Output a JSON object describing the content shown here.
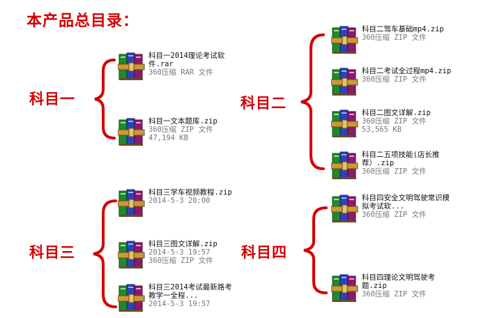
{
  "title": "本产品总目录：",
  "colors": {
    "accent": "#d40000"
  },
  "icon": "winrar-archive-icon",
  "groups": [
    {
      "label": "科目一",
      "files": [
        {
          "name": "科目一2014理论考试软件.rar",
          "type": "360压缩 RAR 文件",
          "size": ""
        },
        {
          "name": "科目一文本题库.zip",
          "type": "360压缩 ZIP 文件",
          "size": "47,194 KB"
        }
      ]
    },
    {
      "label": "科目二",
      "files": [
        {
          "name": "科目二驾车基础mp4.zip",
          "type": "360压缩 ZIP 文件",
          "size": ""
        },
        {
          "name": "科目二考试全过程mp4.zip",
          "type": "360压缩 ZIP 文件",
          "size": ""
        },
        {
          "name": "科目二图文详解.zip",
          "type": "360压缩 ZIP 文件",
          "size": "53,565 KB"
        },
        {
          "name": "科目二五项技能(店长推荐）.zip",
          "type": "360压缩 ZIP 文件",
          "size": ""
        }
      ]
    },
    {
      "label": "科目三",
      "files": [
        {
          "name": "科目三学车视频教程.zip",
          "date": "2014-5-3 20:00"
        },
        {
          "name": "科目三图文详解.zip",
          "date": "2014-5-3 19:57",
          "type": "360压缩 ZIP 文件"
        },
        {
          "name": "科目三2014考试最新路考教学一全程...",
          "date": "2014-5-3 19:57"
        }
      ]
    },
    {
      "label": "科目四",
      "files": [
        {
          "name": "科目四安全文明驾驶常识模拟考试软...",
          "type": "360压缩 ZIP 文件"
        },
        {
          "name": "科目四理论文明驾驶考题.zip",
          "type": "360压缩 ZIP 文件"
        }
      ]
    }
  ]
}
